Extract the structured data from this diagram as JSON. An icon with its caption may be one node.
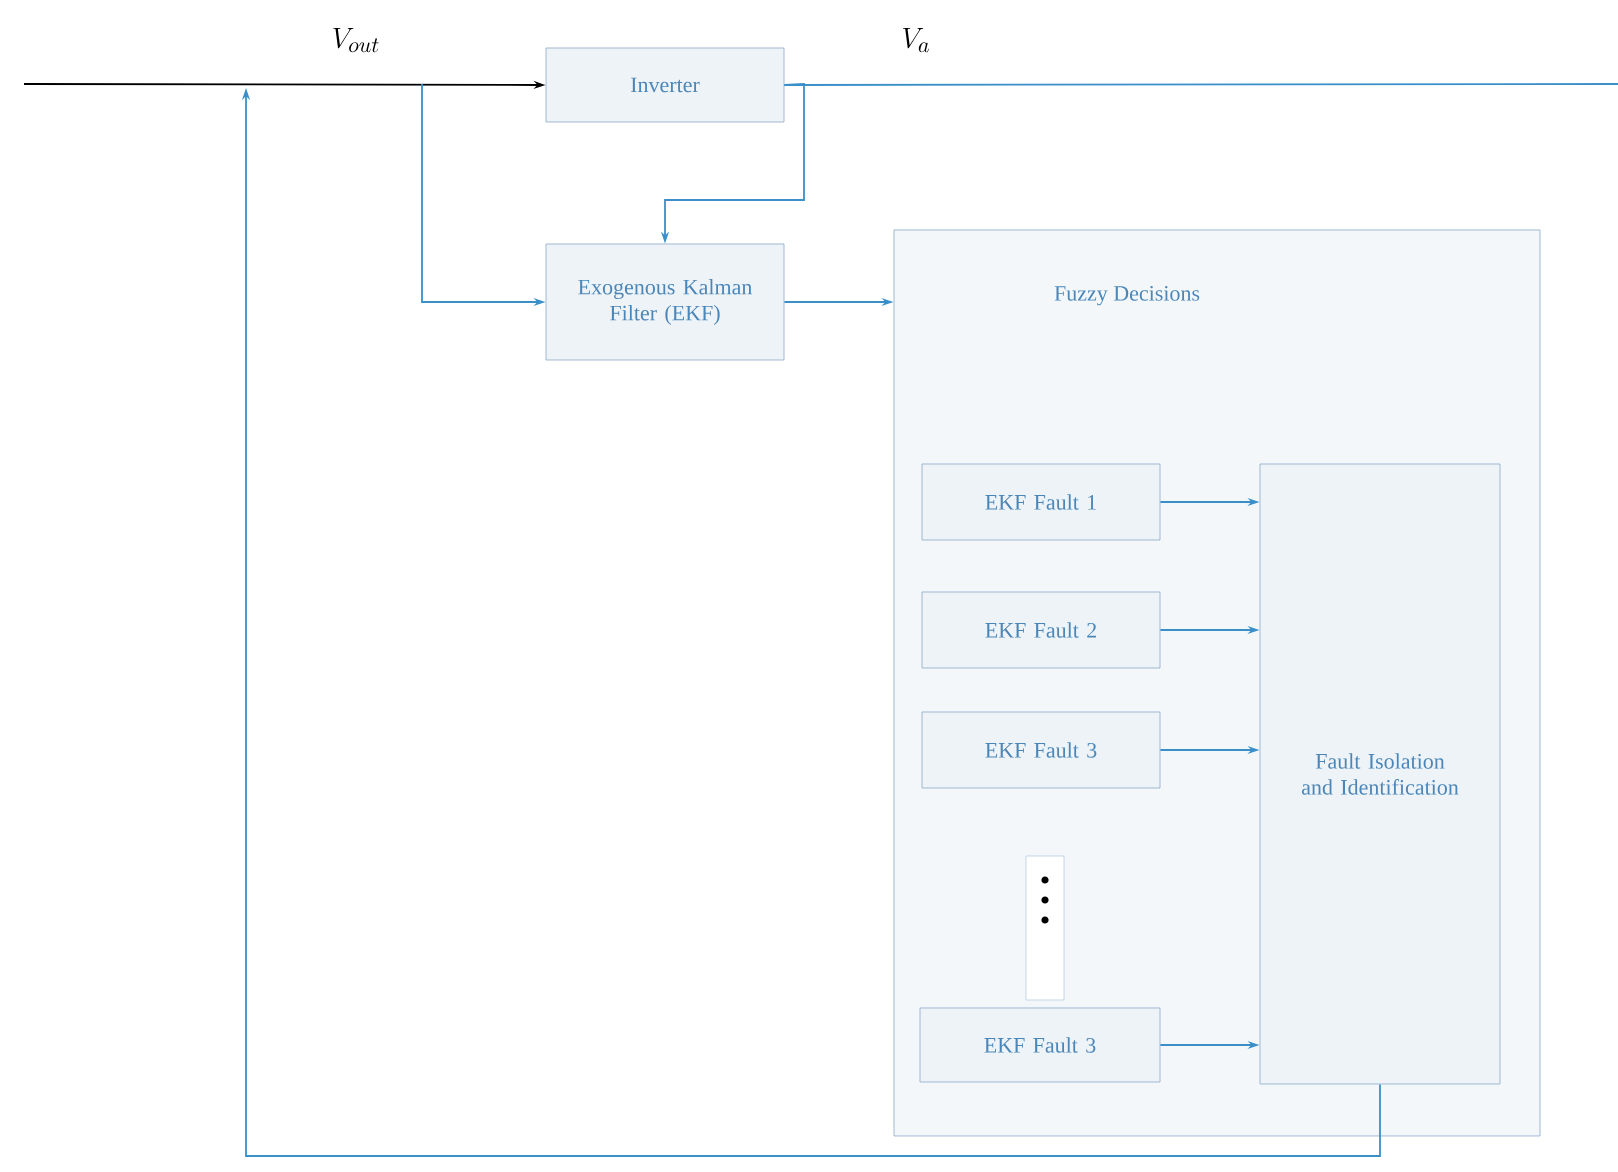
{
  "diagram": {
    "nodes": [
      {
        "text": [
          "Inverter"
        ]
      },
      {
        "text": [
          "Exogenous Kalman Filter (EKF)"
        ]
      },
      {
        "text": [
          "Fuzzy Decisions"
        ]
      },
      {
        "text": [
          "EKF Fault 1"
        ],
        "in": 2
      },
      {
        "text": [
          "EKF Fault 2"
        ],
        "in": 2
      },
      {
        "text": [
          "EKF Fault 3"
        ],
        "in": 2
      },
      {
        "text": [],
        "shape": "bar",
        "in": 2
      },
      {
        "text": [
          "EKF Fault 3"
        ],
        "in": 2
      },
      {
        "text": [
          "Fault Isolation and Identification"
        ],
        "in": 2
      }
    ],
    "edges": [
      {
        "from": null,
        "to": 0,
        "arrow": "to",
        "label": "V_{out}",
        "color": "#000000"
      },
      {
        "from": 0,
        "to": null,
        "arrow": "none",
        "label": "V_a"
      },
      {
        "from": null,
        "to": 1,
        "arrow": "to"
      },
      {
        "from": 0,
        "to": 1,
        "arrow": "to"
      },
      {
        "from": 1,
        "to": 2,
        "arrow": "to"
      },
      {
        "from": 3,
        "to": 8,
        "arrow": "to"
      },
      {
        "from": 4,
        "to": 8,
        "arrow": "to"
      },
      {
        "from": 5,
        "to": 8,
        "arrow": "to"
      },
      {
        "from": 7,
        "to": 8,
        "arrow": "to"
      },
      {
        "from": 8,
        "to": null,
        "arrow": "to"
      }
    ]
  }
}
